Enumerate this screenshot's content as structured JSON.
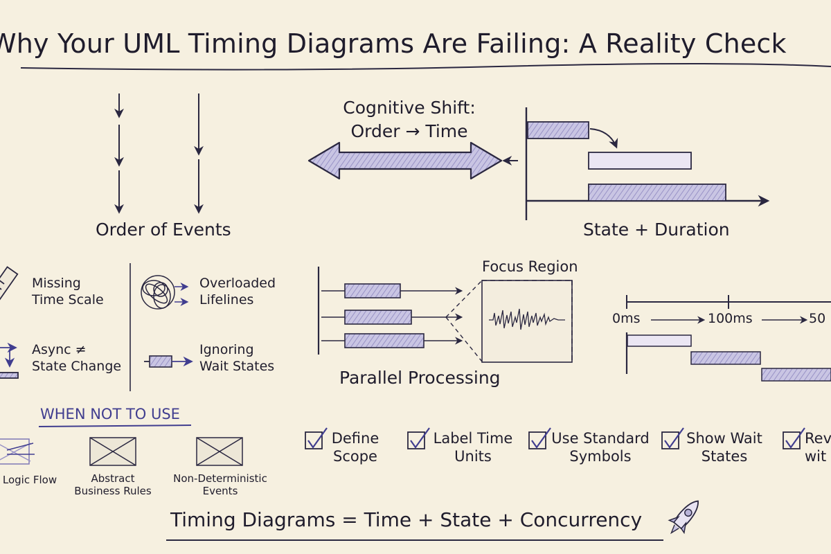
{
  "title": "Why Your UML Timing Diagrams Are Failing: A Reality Check",
  "colors": {
    "ink": "#1f1c2c",
    "accent": "#403d8f",
    "bar_fill": "#b9b4d9",
    "paper": "#f6f0e0"
  },
  "shift": {
    "left_caption": "Order of Events",
    "center_line1": "Cognitive Shift:",
    "center_line2": "Order → Time",
    "right_caption": "State + Duration"
  },
  "pitfalls": [
    {
      "line1": "Missing",
      "line2": "Time Scale",
      "icon": "ruler-icon"
    },
    {
      "line1": "Overloaded",
      "line2": "Lifelines",
      "icon": "tangle-icon"
    },
    {
      "line1": "Async ≠",
      "line2": "State Change",
      "icon": "async-arrow-icon"
    },
    {
      "line1": "Ignoring",
      "line2": "Wait States",
      "icon": "wait-bar-icon"
    }
  ],
  "parallel": {
    "focus_label": "Focus Region",
    "caption": "Parallel Processing"
  },
  "timeline": {
    "ticks": [
      "0ms",
      "100ms",
      "50"
    ]
  },
  "when_not": {
    "heading": "WHEN NOT TO USE",
    "items": [
      {
        "lines": [
          "Logic Flow"
        ]
      },
      {
        "lines": [
          "Abstract",
          "Business Rules"
        ]
      },
      {
        "lines": [
          "Non-Deterministic",
          "Events"
        ]
      }
    ]
  },
  "checklist": [
    {
      "line1": "Define",
      "line2": "Scope"
    },
    {
      "line1": "Label Time",
      "line2": "Units"
    },
    {
      "line1": "Use Standard",
      "line2": "Symbols"
    },
    {
      "line1": "Show Wait",
      "line2": "States"
    },
    {
      "line1": "Rev",
      "line2": "wit"
    }
  ],
  "formula": "Timing Diagrams = Time + State + Concurrency"
}
